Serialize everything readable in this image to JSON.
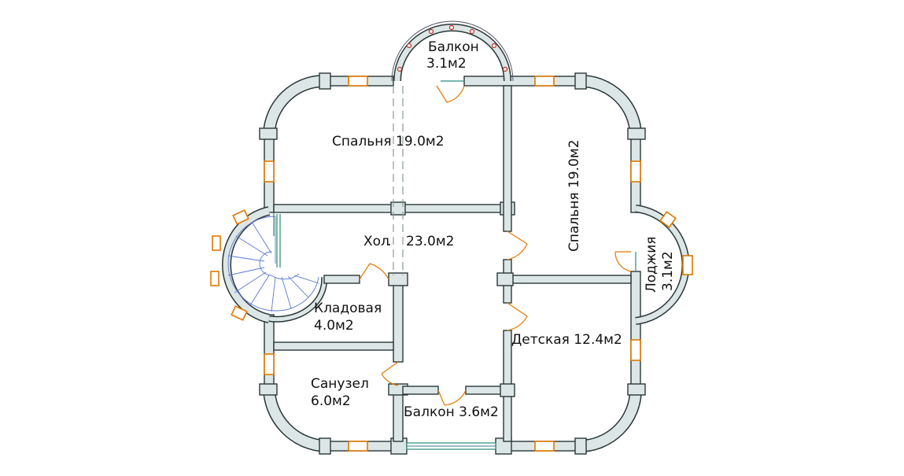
{
  "rooms": {
    "balcony_top": {
      "name": "Балкон",
      "area": "3.1м2"
    },
    "bedroom_nw": {
      "label": "Спальня 19.0м2"
    },
    "bedroom_e": {
      "label": "Спальня 19.0м2"
    },
    "hall": {
      "name": "Хол",
      "separator": ".",
      "area": "23.0м2"
    },
    "loggia": {
      "name": "Лоджия",
      "area": "3.1м2"
    },
    "storage": {
      "name": "Кладовая",
      "area": "4.0м2"
    },
    "bathroom": {
      "name": "Санузел",
      "area": "6.0м2"
    },
    "nursery": {
      "label": "Детская 12.4м2"
    },
    "balcony_bottom": {
      "label": "Балкон 3.6м2"
    }
  },
  "colors": {
    "wall_fill": "#dde6e6",
    "wall_outline": "#2a3838",
    "window_frame": "#e07800",
    "door": "#e07800",
    "stair": "#5a7ad0",
    "railing_post": "#c0302a",
    "label_text": "#111111"
  }
}
